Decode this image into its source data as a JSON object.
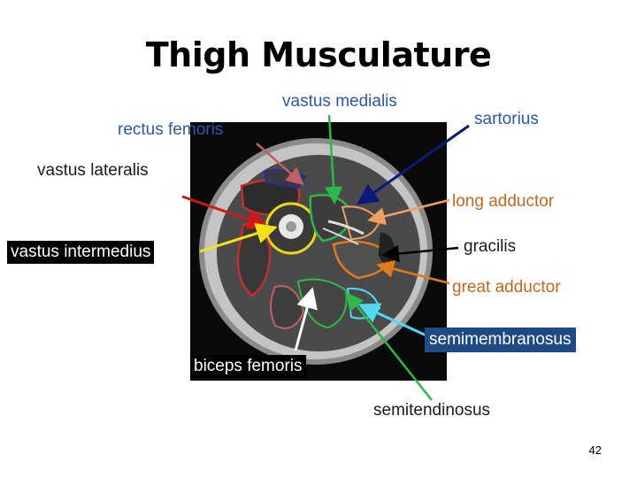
{
  "title": "Thigh Musculature",
  "labels": {
    "vastus_medialis": "vastus medialis",
    "rectus_femoris": "rectus femoris",
    "sartorius": "sartorius",
    "vastus_lateralis": "vastus lateralis",
    "long_adductor": "long adductor",
    "vastus_intermedius": "vastus intermedius",
    "gracilis": "gracilis",
    "great_adductor": "great adductor",
    "semimembranosus": "semimembranosus",
    "biceps_femoris": "biceps femoris",
    "semitendinosus": "semitendinosus"
  },
  "page_number": "42",
  "colors": {
    "vastus_medialis": "#2fb84a",
    "rectus_femoris": "#c06060",
    "sartorius": "#0a1a7a",
    "vastus_lateralis": "#d01818",
    "long_adductor": "#f0a060",
    "vastus_intermedius": "#f2e21a",
    "gracilis": "#000000",
    "great_adductor": "#e07a1a",
    "semimembranosus": "#4fd8f0",
    "biceps_femoris": "#ffffff",
    "semitendinosus": "#2fb84a"
  }
}
